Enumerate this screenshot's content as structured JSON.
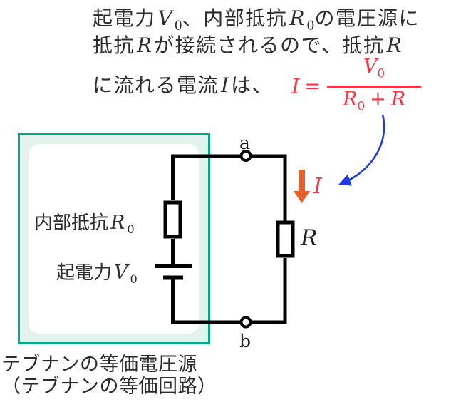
{
  "colors": {
    "wire": "#000000",
    "box_border": "#00a884",
    "box_fill": "#e1f3ec",
    "inner_fill": "#ffffff",
    "text_ink": "#2d2d2d",
    "formula_red": "#fa3345",
    "arrow_orange": "#e8602c",
    "arrow_blue": "#1b3af0"
  },
  "description": {
    "line1": {
      "t1": "起電力",
      "v1": "V",
      "v1_sub": "0",
      "t2": "、内部抵抗",
      "v2": "R",
      "v2_sub": "0",
      "t3": "の電圧源に"
    },
    "line2": {
      "t1": "抵抗",
      "v1": "R",
      "t2": "が接続されるので、抵抗",
      "v2": "R"
    },
    "line3": {
      "t1": "に流れる電流",
      "v1": "I",
      "t2": "は、"
    }
  },
  "formula": {
    "lhs": "I",
    "equals": "=",
    "numerator": "V",
    "numerator_sub": "0",
    "den_term1": "R",
    "den_term1_sub": "0",
    "den_operator": "+",
    "den_term2": "R"
  },
  "circuit": {
    "terminal_a_label": "a",
    "terminal_b_label": "b",
    "internal_resistance_text": "内部抵抗",
    "internal_resistance_var": "R",
    "internal_resistance_sub": "0",
    "emf_text": "起電力",
    "emf_var": "V",
    "emf_sub": "0",
    "load_resistor_label": "R",
    "current_label": "I"
  },
  "caption": {
    "line1": "テブナンの等価電圧源",
    "line2": "（テブナンの等価回路）"
  }
}
